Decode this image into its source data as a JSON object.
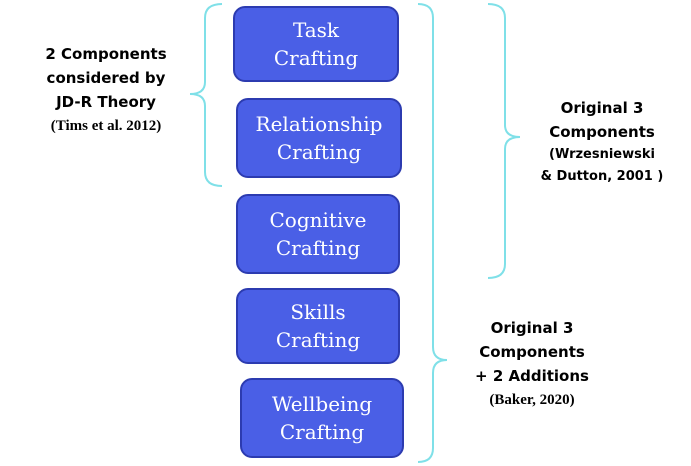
{
  "boxes": [
    {
      "line1": "Task",
      "line2": "Crafting"
    },
    {
      "line1": "Relationship",
      "line2": "Crafting"
    },
    {
      "line1": "Cognitive",
      "line2": "Crafting"
    },
    {
      "line1": "Skills",
      "line2": "Crafting"
    },
    {
      "line1": "Wellbeing",
      "line2": "Crafting"
    }
  ],
  "labels": {
    "left": {
      "line1": "2 Components",
      "line2": "considered by",
      "line3": "JD-R Theory",
      "citation": "(Tims et al. 2012)"
    },
    "right_top": {
      "line1": "Original 3",
      "line2": "Components",
      "citation1": "(Wrzesniewski",
      "citation2": "& Dutton, 2001 )"
    },
    "right_bottom": {
      "line1": "Original 3",
      "line2": "Components",
      "line3": "+ 2 Additions",
      "citation": "(Baker, 2020)"
    }
  },
  "colors": {
    "box_fill": "#4a5fe6",
    "box_border": "#2c3bb0",
    "bracket": "#7fe0e8"
  }
}
